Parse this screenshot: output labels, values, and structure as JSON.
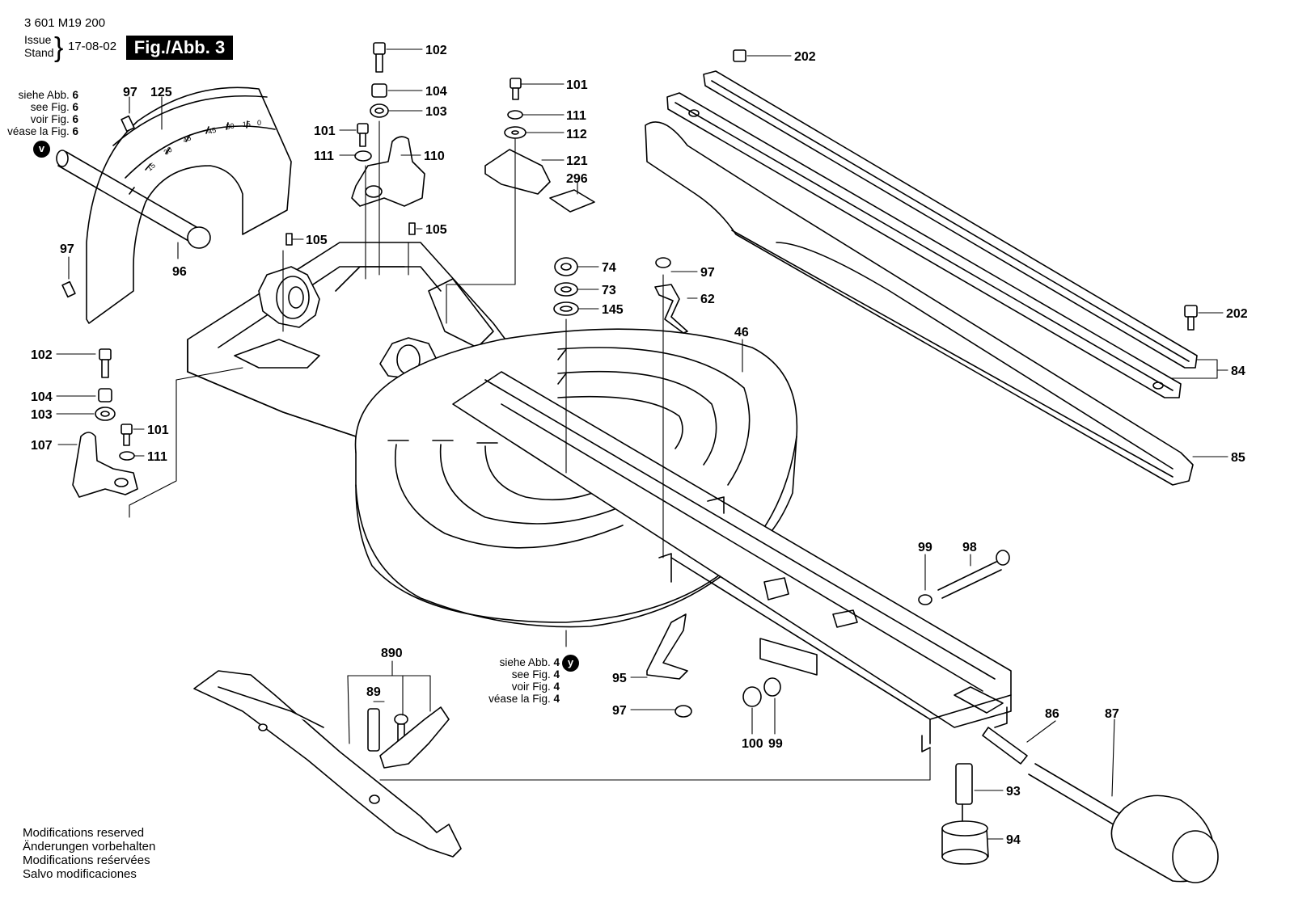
{
  "header": {
    "part_number": "3 601 M19 200",
    "issue_label": "Issue",
    "stand_label": "Stand",
    "date": "17-08-02",
    "figure": "Fig./Abb. 3"
  },
  "ref_left": {
    "line1": "siehe Abb.",
    "line2": "see Fig.",
    "line3": "voir Fig.",
    "line4": "véase la Fig.",
    "num": "6",
    "marker": "v"
  },
  "ref_bottom": {
    "line1": "siehe Abb.",
    "line2": "see Fig.",
    "line3": "voir Fig.",
    "line4": "véase la Fig.",
    "num": "4",
    "marker": "y"
  },
  "footer": {
    "line1": "Modifications reserved",
    "line2": "Änderungen vorbehalten",
    "line3": "Modifications reśervées",
    "line4": "Salvo modificaciones"
  },
  "callouts": [
    {
      "id": "c102a",
      "label": "102"
    },
    {
      "id": "c104a",
      "label": "104"
    },
    {
      "id": "c103a",
      "label": "103"
    },
    {
      "id": "c101a",
      "label": "101"
    },
    {
      "id": "c111a",
      "label": "111"
    },
    {
      "id": "c110",
      "label": "110"
    },
    {
      "id": "c105a",
      "label": "105"
    },
    {
      "id": "c105b",
      "label": "105"
    },
    {
      "id": "c97a",
      "label": "97"
    },
    {
      "id": "c125",
      "label": "125"
    },
    {
      "id": "c97b",
      "label": "97"
    },
    {
      "id": "c96",
      "label": "96"
    },
    {
      "id": "c101b",
      "label": "101"
    },
    {
      "id": "c111b",
      "label": "111"
    },
    {
      "id": "c112",
      "label": "112"
    },
    {
      "id": "c121",
      "label": "121"
    },
    {
      "id": "c296",
      "label": "296"
    },
    {
      "id": "c202a",
      "label": "202"
    },
    {
      "id": "c202b",
      "label": "202"
    },
    {
      "id": "c84",
      "label": "84"
    },
    {
      "id": "c85",
      "label": "85"
    },
    {
      "id": "c74",
      "label": "74"
    },
    {
      "id": "c73",
      "label": "73"
    },
    {
      "id": "c145",
      "label": "145"
    },
    {
      "id": "c97c",
      "label": "97"
    },
    {
      "id": "c62",
      "label": "62"
    },
    {
      "id": "c46",
      "label": "46"
    },
    {
      "id": "c102b",
      "label": "102"
    },
    {
      "id": "c104b",
      "label": "104"
    },
    {
      "id": "c103b",
      "label": "103"
    },
    {
      "id": "c101c",
      "label": "101"
    },
    {
      "id": "c111c",
      "label": "111"
    },
    {
      "id": "c107",
      "label": "107"
    },
    {
      "id": "c99a",
      "label": "99"
    },
    {
      "id": "c98",
      "label": "98"
    },
    {
      "id": "c890",
      "label": "890"
    },
    {
      "id": "c89",
      "label": "89"
    },
    {
      "id": "c95",
      "label": "95"
    },
    {
      "id": "c97d",
      "label": "97"
    },
    {
      "id": "c100",
      "label": "100"
    },
    {
      "id": "c99b",
      "label": "99"
    },
    {
      "id": "c86",
      "label": "86"
    },
    {
      "id": "c87",
      "label": "87"
    },
    {
      "id": "c93",
      "label": "93"
    },
    {
      "id": "c94",
      "label": "94"
    }
  ],
  "scale_labels": [
    "15",
    "30",
    "45",
    "45",
    "30",
    "15",
    "0"
  ]
}
